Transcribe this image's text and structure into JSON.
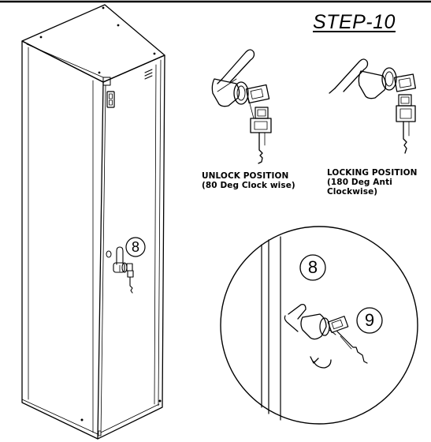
{
  "step_title": "STEP-10",
  "unlock_caption": "UNLOCK POSITION\n(80 Deg Clock wise)",
  "lock_caption": "LOCKING POSITION\n(180 Deg Anti\nClockwise)",
  "callout_lock_part": "8",
  "callout_lock_part_detail": "8",
  "callout_key": "9"
}
